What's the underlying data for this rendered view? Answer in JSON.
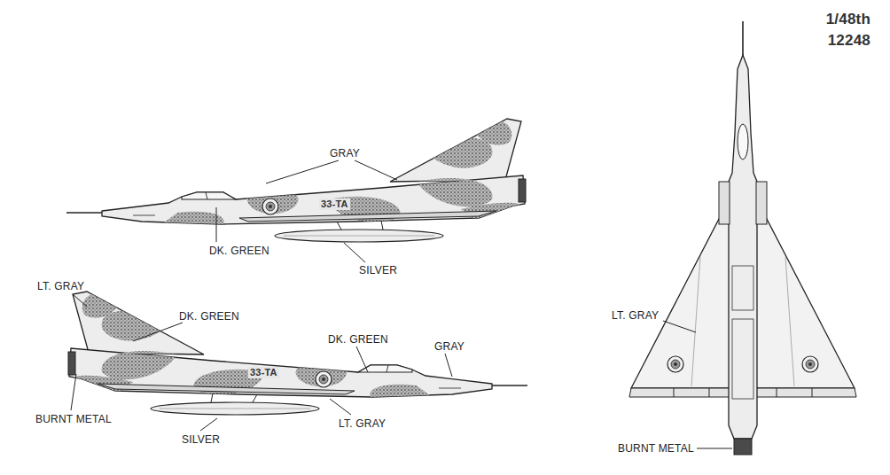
{
  "diagram": {
    "labels": [
      "1/48th",
      "12248",
      "GRAY",
      "DK. GREEN",
      "SILVER",
      "33-TA",
      "LT. GRAY",
      "DK. GREEN",
      "DK. GREEN",
      "GRAY",
      "BURNT METAL",
      "SILVER",
      "LT. GRAY",
      "33-TA",
      "LT. GRAY",
      "BURNT METAL"
    ]
  }
}
